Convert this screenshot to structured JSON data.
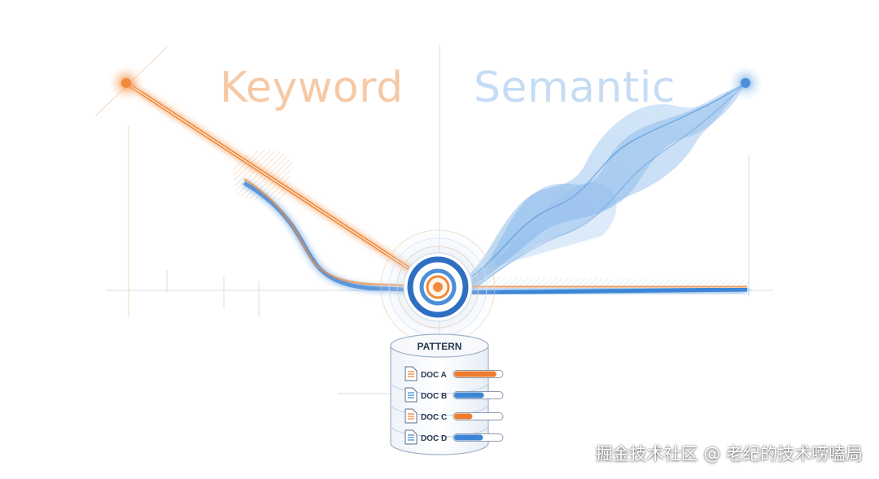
{
  "titles": {
    "keyword": "Keyword",
    "semantic": "Semantic"
  },
  "database": {
    "label": "PATTERN",
    "documents": [
      {
        "label": "DOC A",
        "score": 0.88,
        "color": "#ef7d2d",
        "icon": "document-icon"
      },
      {
        "label": "DOC B",
        "score": 0.62,
        "color": "#3d86d6",
        "icon": "document-icon"
      },
      {
        "label": "DOC C",
        "score": 0.38,
        "color": "#ef7d2d",
        "icon": "document-icon"
      },
      {
        "label": "DOC D",
        "score": 0.6,
        "color": "#3d86d6",
        "icon": "document-icon"
      }
    ]
  },
  "colors": {
    "keyword_orange": "#f08a3c",
    "semantic_blue": "#4a90d9",
    "grid_line": "#d9dde3"
  },
  "watermark": "掘金技术社区 @ 老纪的技术唠嗑局"
}
